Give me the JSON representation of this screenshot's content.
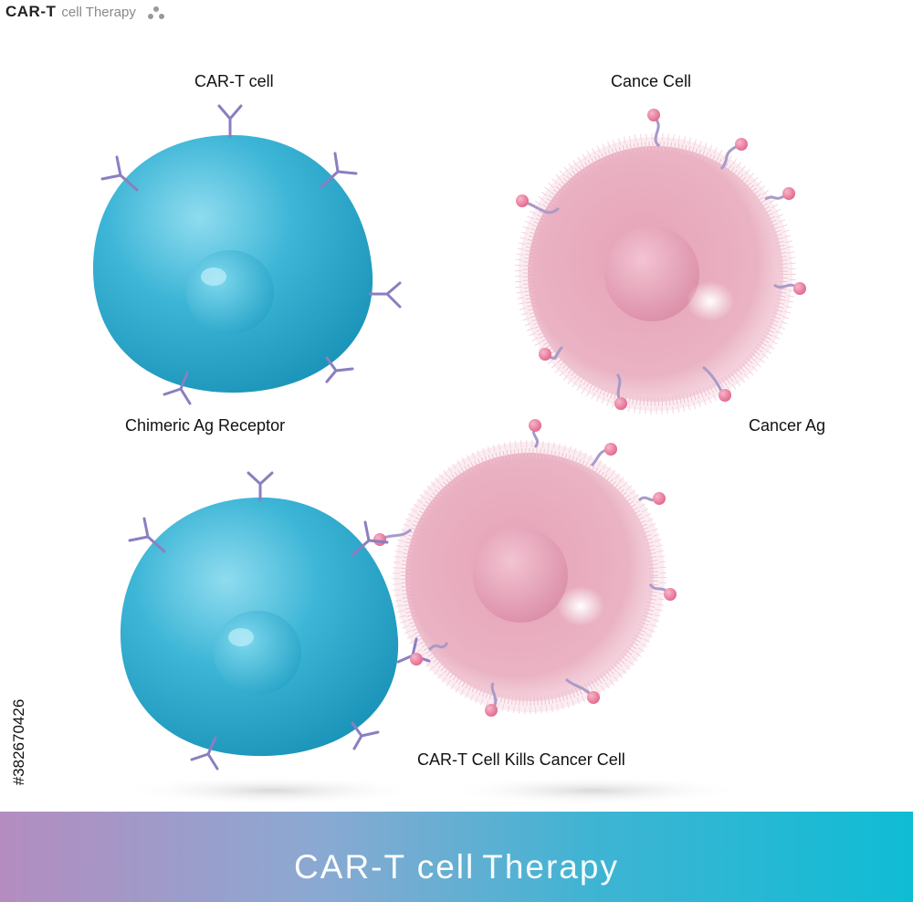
{
  "header": {
    "brand": "CAR-T",
    "subtitle": "cell Therapy"
  },
  "labels": {
    "cart_cell": "CAR-T cell",
    "cancer_cell": "Cance Cell",
    "car_receptor": "Chimeric Ag Receptor",
    "cancer_ag": "Cancer Ag",
    "kills": "CAR-T Cell Kills Cancer Cell"
  },
  "banner": {
    "part1": "CAR-T cell",
    "part2": "Therapy"
  },
  "stock_id": "#382670426",
  "colors": {
    "tcell": "#29a9cc",
    "cancer": "#e9a2b8",
    "antigen_ball": "#e8789a",
    "receptor": "#8a7fc0",
    "banner_start": "#b48cc0",
    "banner_end": "#0fbcd4"
  }
}
